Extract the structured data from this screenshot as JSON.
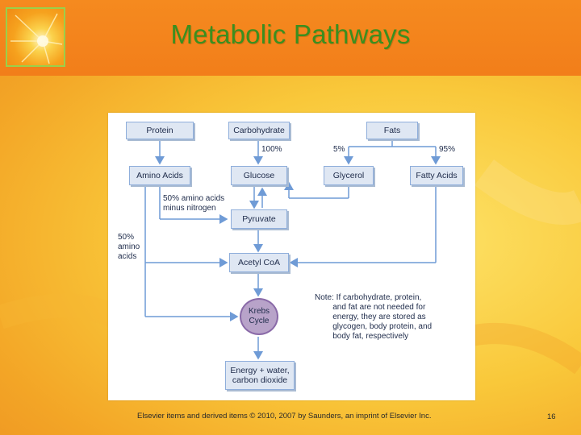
{
  "slide": {
    "title": "Metabolic Pathways",
    "footer": "Elsevier items and derived items © 2010, 2007 by Saunders, an imprint of Elsevier Inc.",
    "page_number": "16"
  },
  "diagram": {
    "nodes": {
      "protein": "Protein",
      "carbohydrate": "Carbohydrate",
      "fats": "Fats",
      "amino_acids": "Amino Acids",
      "glucose": "Glucose",
      "glycerol": "Glycerol",
      "fatty_acids": "Fatty Acids",
      "pyruvate": "Pyruvate",
      "acetyl_coa": "Acetyl CoA",
      "krebs": "Krebs\nCycle",
      "energy": "Energy + water,\ncarbon dioxide"
    },
    "labels": {
      "carb_pct": "100%",
      "glycerol_pct": "5%",
      "fatty_pct": "95%",
      "amino_to_pyruvate": "50% amino acids\nminus nitrogen",
      "amino_to_krebs": "50%\namino\nacids",
      "note": "Note: If carbohydrate, protein,\n        and fat are not needed for\n        energy, they are stored as\n        glycogen, body protein, and\n        body fat, respectively"
    },
    "colors": {
      "box_fill": "#dfe7f3",
      "box_border": "#8faedb",
      "arrow": "#6f9bd6",
      "krebs_fill": "#b8a3c9"
    }
  }
}
